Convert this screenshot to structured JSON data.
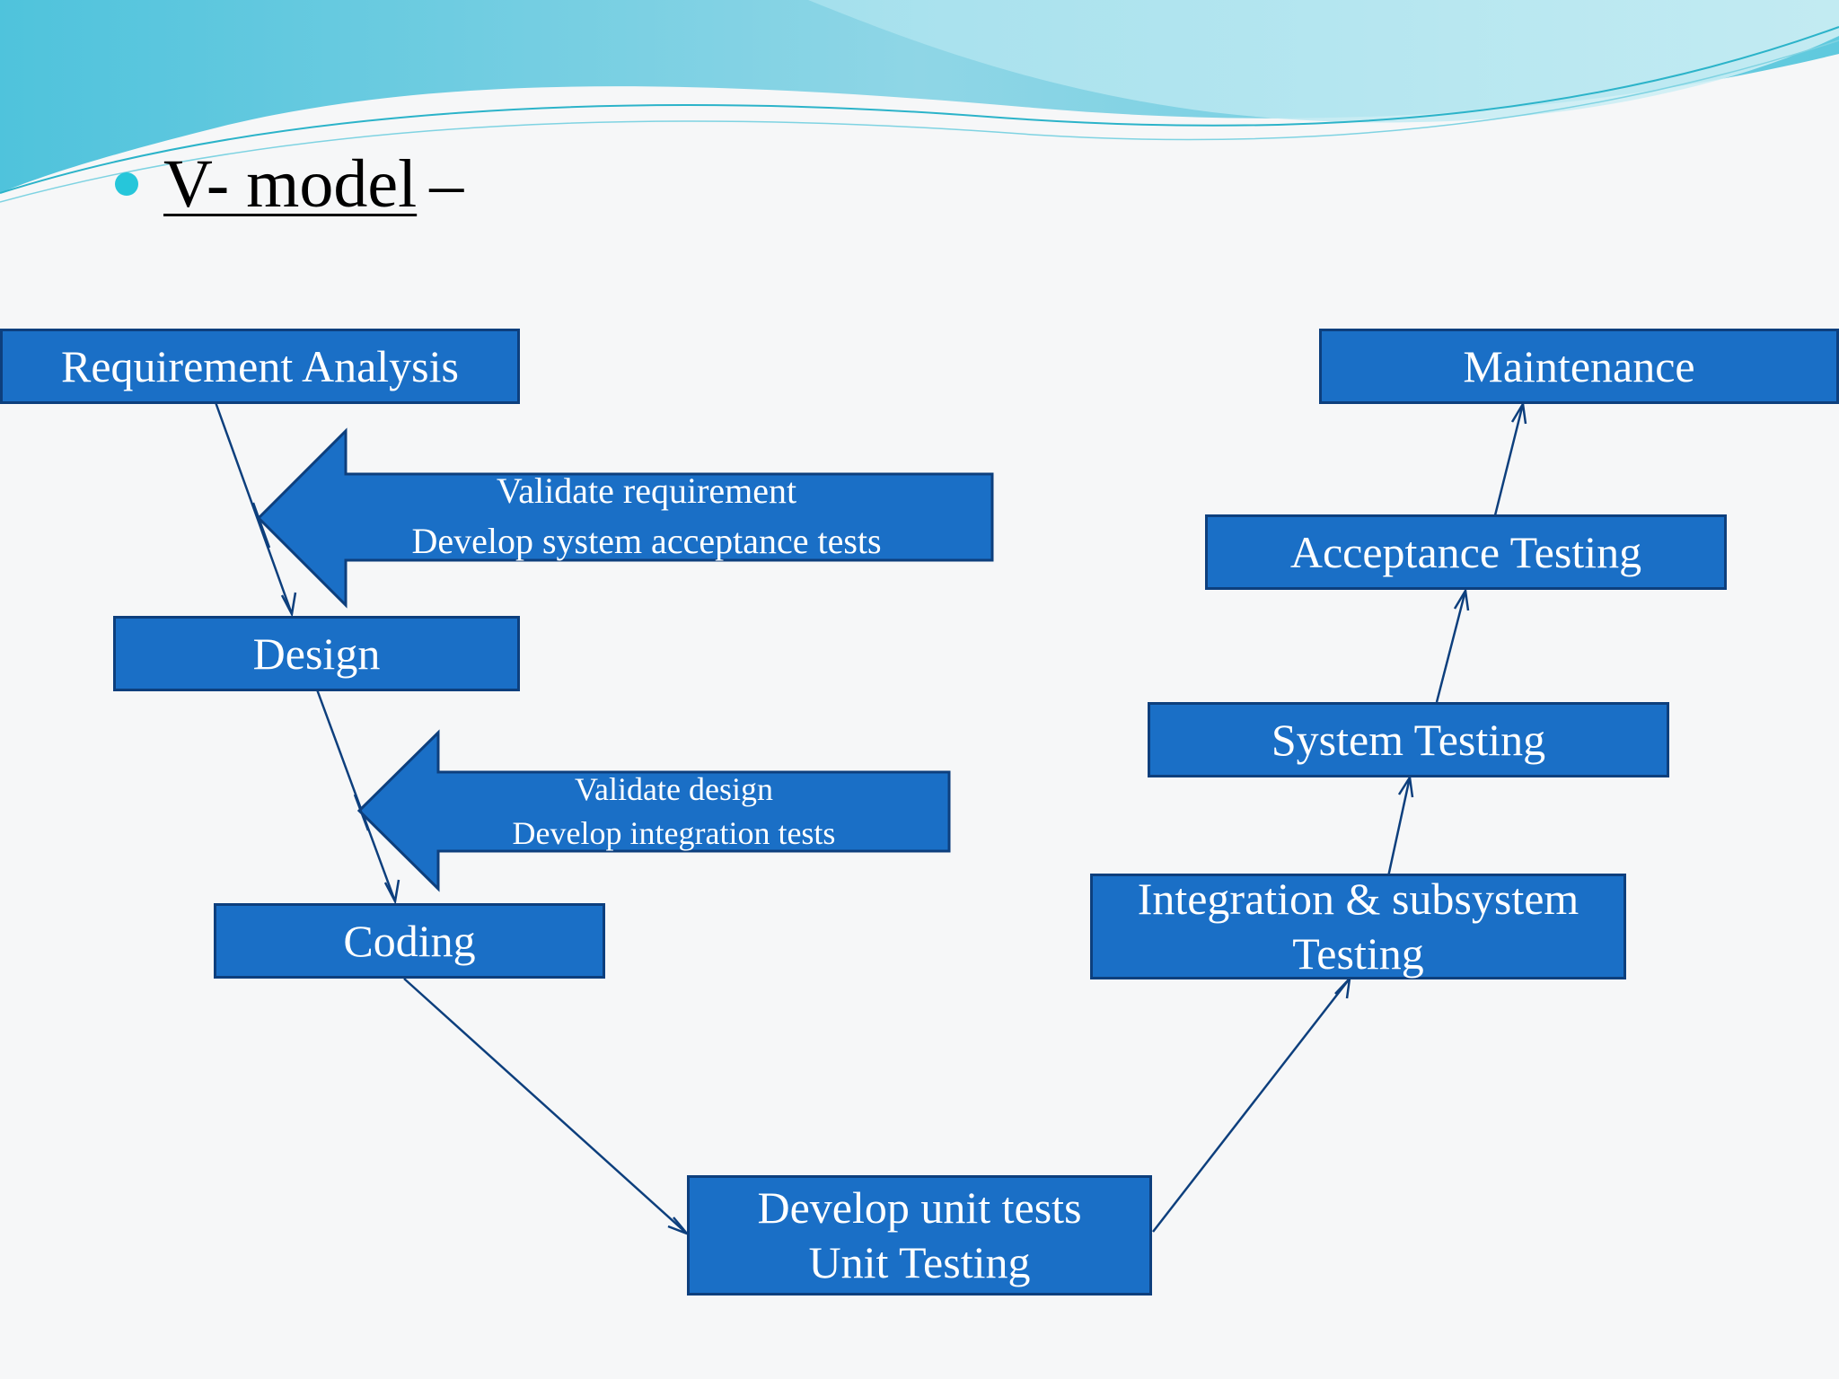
{
  "title": {
    "text": "V- model",
    "dash": "–"
  },
  "colors": {
    "box_fill": "#1a6fc6",
    "box_border": "#0d3f7d",
    "connector": "#0d3f7d",
    "bullet": "#26c6da"
  },
  "boxes": {
    "requirement_analysis": "Requirement Analysis",
    "design": "Design",
    "coding": "Coding",
    "unit_testing": {
      "line1": "Develop unit tests",
      "line2": "Unit Testing"
    },
    "integration_testing": {
      "line1": "Integration & subsystem",
      "line2": "Testing"
    },
    "system_testing": "System Testing",
    "acceptance_testing": "Acceptance Testing",
    "maintenance": "Maintenance"
  },
  "validation_arrows": {
    "requirement": {
      "line1": "Validate requirement",
      "line2": "Develop system acceptance tests"
    },
    "design": {
      "line1": "Validate design",
      "line2": "Develop integration tests"
    }
  }
}
